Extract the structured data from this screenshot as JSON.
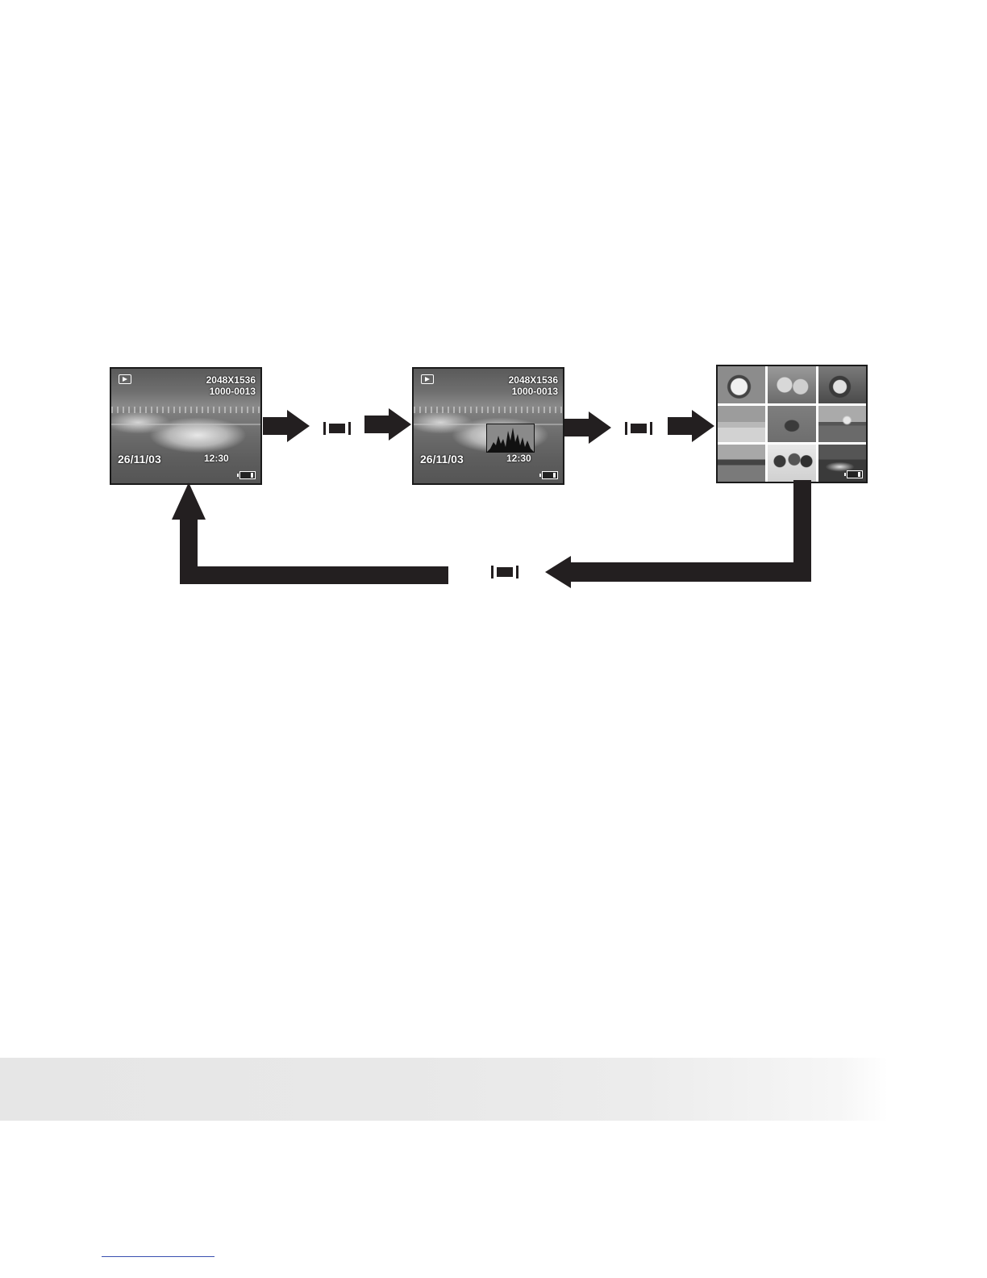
{
  "screens": [
    {
      "resolution": "2048X1536",
      "file_number": "1000-0013",
      "date": "26/11/03",
      "time": "12:30",
      "mode_icon": "play-icon",
      "battery_icon": "battery-icon"
    },
    {
      "resolution": "2048X1536",
      "file_number": "1000-0013",
      "date": "26/11/03",
      "time": "12:30",
      "mode_icon": "play-icon",
      "battery_icon": "battery-icon",
      "overlay": "histogram"
    }
  ],
  "thumbnail_screen": {
    "count": 9,
    "battery_icon": "battery-icon"
  },
  "button_icon": "display-button-icon",
  "colors": {
    "arrow": "#231f20",
    "screen_border": "#1a1a1a",
    "bottom_band": "#e6e6e6",
    "bottom_rule": "#3a4fb0"
  }
}
